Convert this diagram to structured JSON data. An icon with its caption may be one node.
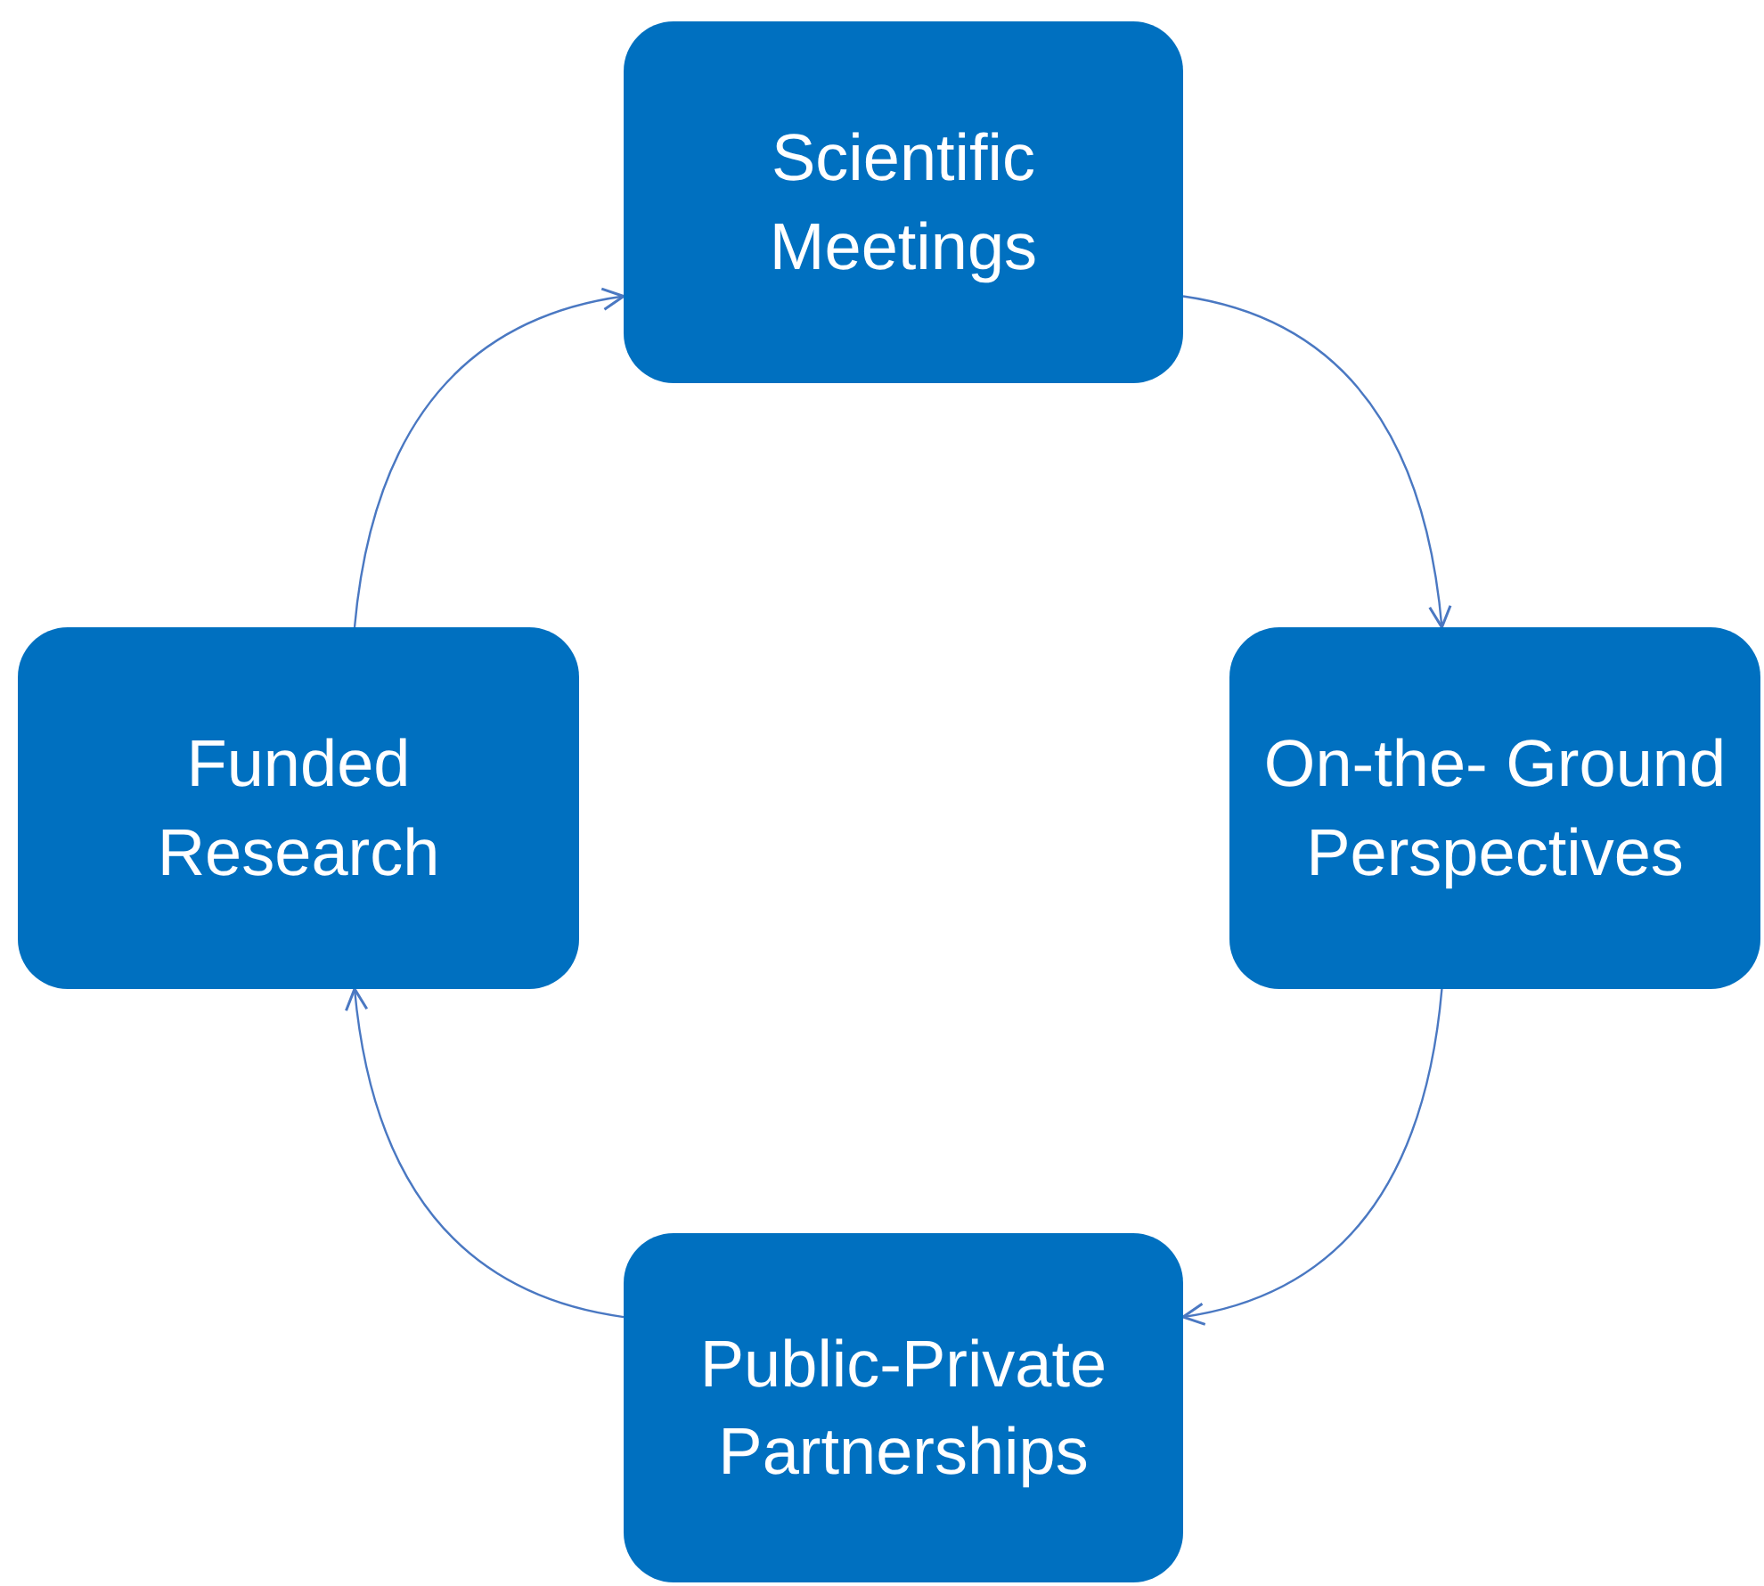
{
  "diagram": {
    "nodes": [
      {
        "text": [
          "Scientific Meetings"
        ]
      },
      {
        "text": [
          "On-the- Ground Perspectives"
        ]
      },
      {
        "text": [
          "Public-Private Partnerships"
        ]
      },
      {
        "text": [
          "Funded Research"
        ]
      }
    ],
    "edges": [
      {
        "from": 0,
        "to": 1,
        "arrow": "to"
      },
      {
        "from": 1,
        "to": 2,
        "arrow": "to"
      },
      {
        "from": 2,
        "to": 3,
        "arrow": "to"
      },
      {
        "from": 3,
        "to": 0,
        "arrow": "to"
      }
    ]
  }
}
